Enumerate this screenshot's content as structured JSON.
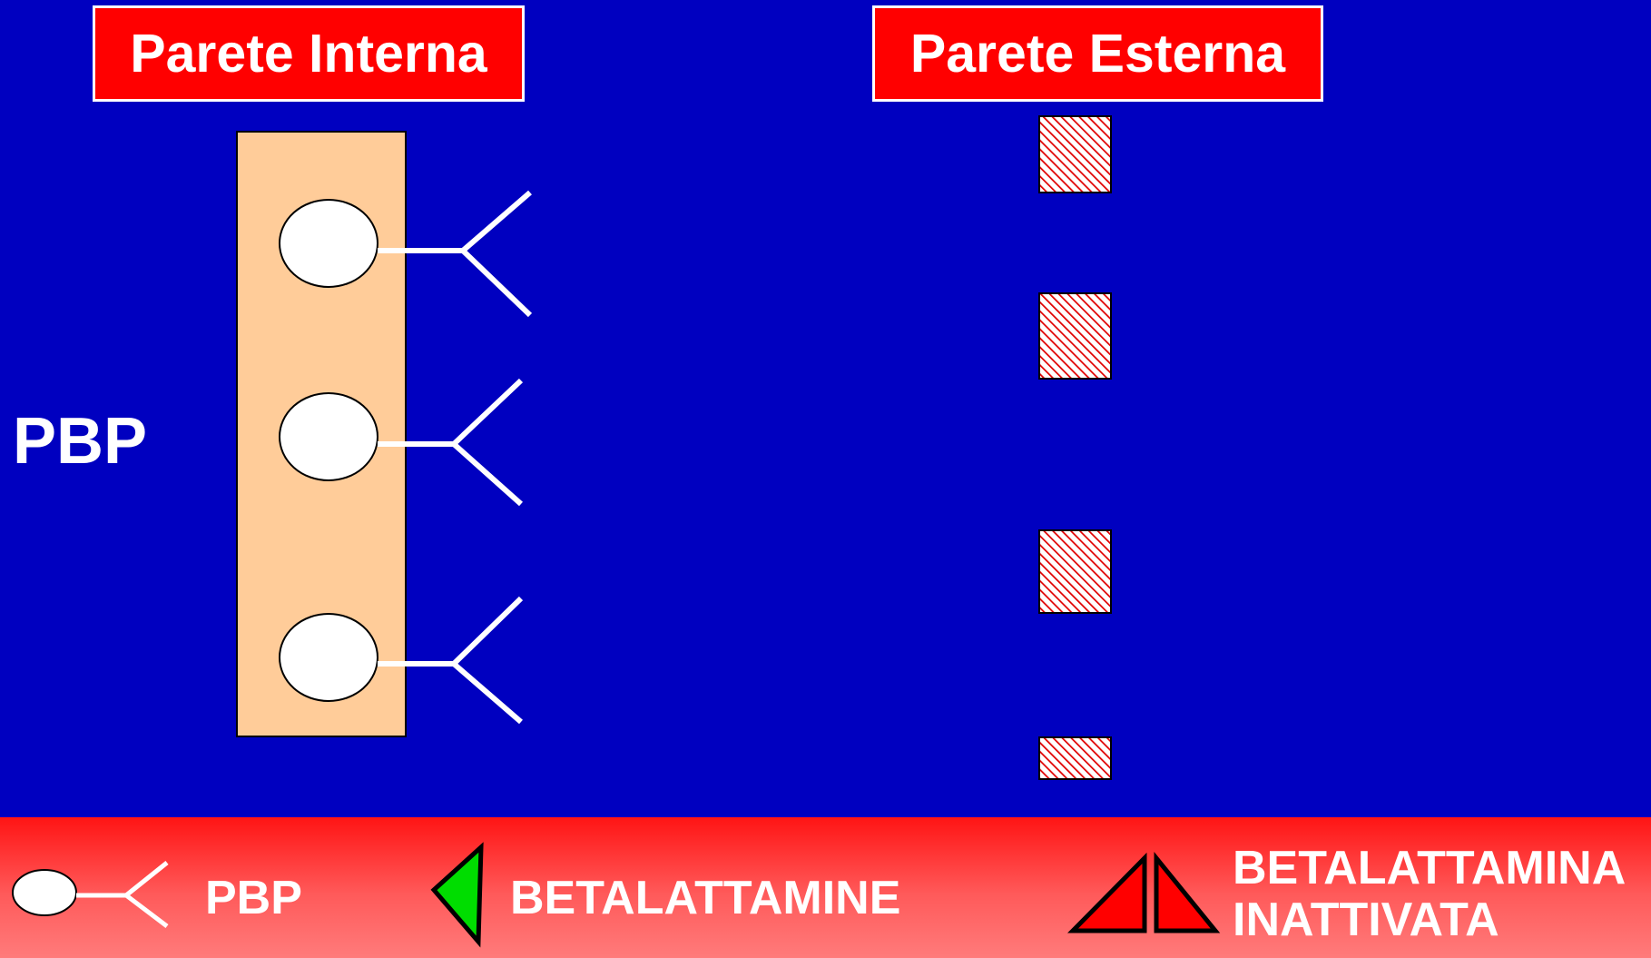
{
  "titles": {
    "internal": "Parete Interna",
    "external": "Parete Esterna"
  },
  "side_label": "PBP",
  "legend": {
    "pbp": {
      "label": "PBP",
      "icon": "pbp-receptor-icon"
    },
    "betalactam": {
      "label": "BETALATTAMINE",
      "icon": "green-triangle-icon"
    },
    "inactivated": {
      "line1": "BETALATTAMINA",
      "line2": "INATTIVATA",
      "icon": "split-red-triangle-icon"
    }
  },
  "colors": {
    "background": "#0000c0",
    "title_box": "#ff0000",
    "inner_wall": "#ffcc99",
    "betalactam": "#00dd00",
    "inactivated": "#ff0000",
    "hatch": "#e00000"
  }
}
